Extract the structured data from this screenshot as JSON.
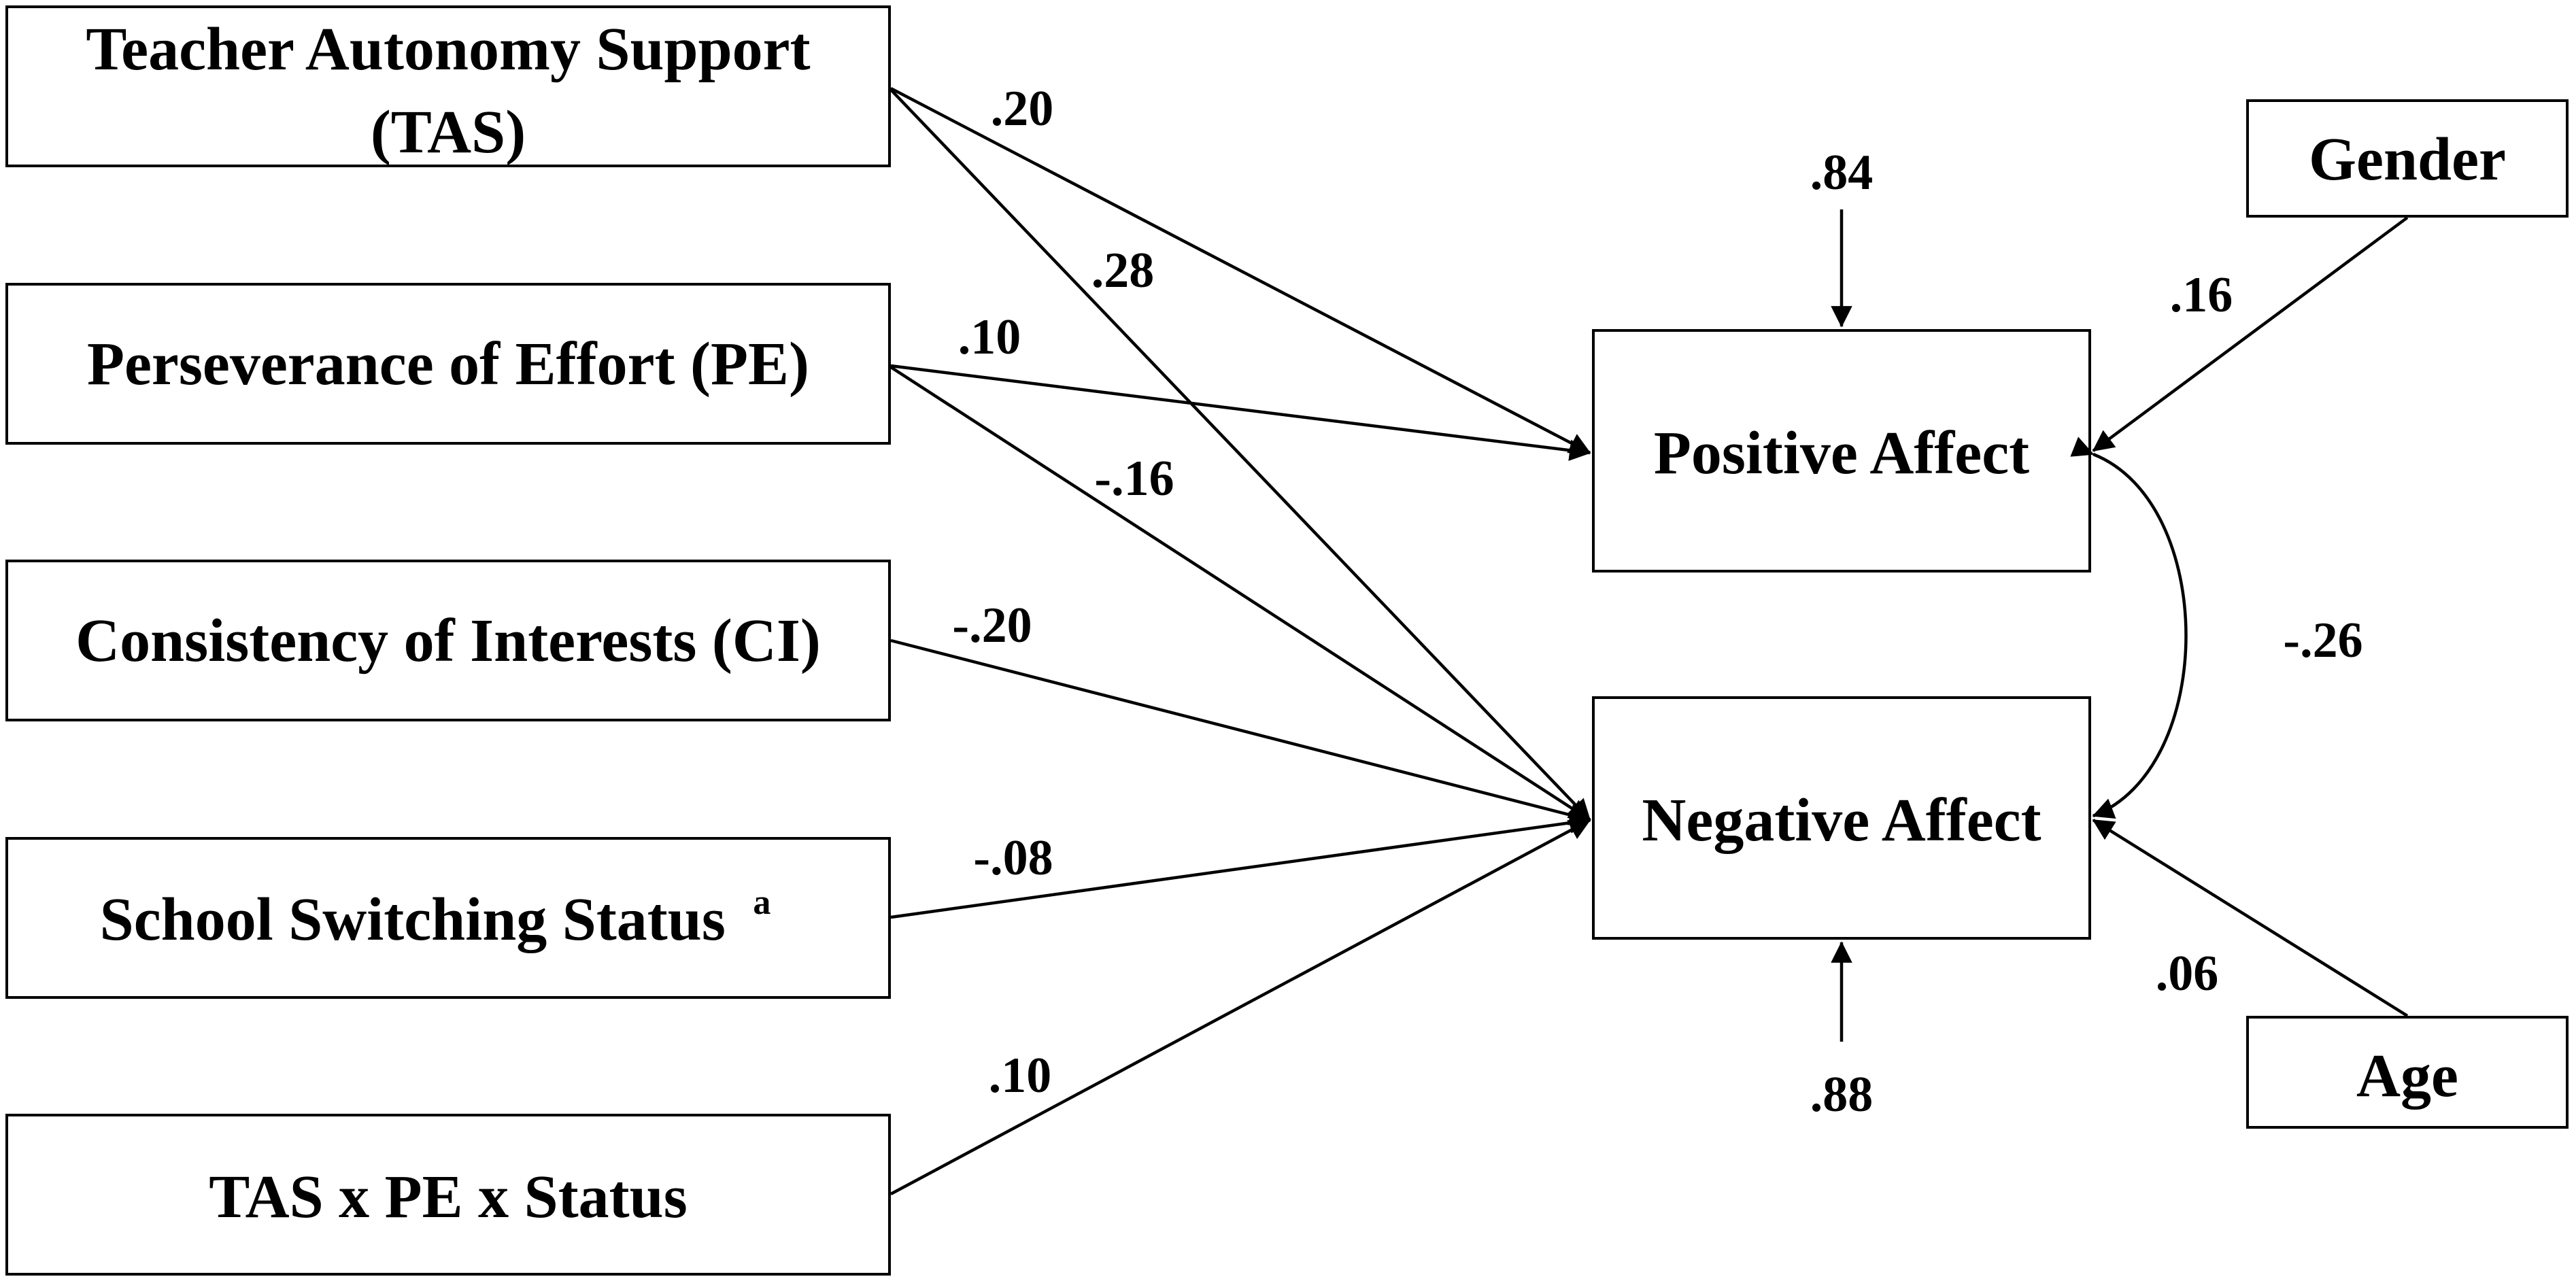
{
  "predictors": [
    {
      "id": "tas",
      "lines": [
        "Teacher Autonomy Support",
        "(TAS)"
      ]
    },
    {
      "id": "pe",
      "lines": [
        "Perseverance of Effort (PE)"
      ]
    },
    {
      "id": "ci",
      "lines": [
        "Consistency of Interests (CI)"
      ]
    },
    {
      "id": "status",
      "lines": [
        "School Switching Status"
      ],
      "superscript": "a"
    },
    {
      "id": "interaction",
      "lines": [
        "TAS x PE x Status"
      ]
    }
  ],
  "outcomes": {
    "positive": "Positive Affect",
    "negative": "Negative Affect"
  },
  "covariates": {
    "gender": "Gender",
    "age": "Age"
  },
  "paths": [
    {
      "from": "tas",
      "to": "positive",
      "coefficient": ".20"
    },
    {
      "from": "tas",
      "to": "negative",
      "coefficient": ".28"
    },
    {
      "from": "pe",
      "to": "positive",
      "coefficient": ".10"
    },
    {
      "from": "pe",
      "to": "negative",
      "coefficient": "-.16"
    },
    {
      "from": "ci",
      "to": "negative",
      "coefficient": "-.20"
    },
    {
      "from": "status",
      "to": "negative",
      "coefficient": "-.08"
    },
    {
      "from": "interaction",
      "to": "negative",
      "coefficient": ".10"
    },
    {
      "from": "gender",
      "to": "positive",
      "coefficient": ".16"
    },
    {
      "from": "age",
      "to": "negative",
      "coefficient": ".06"
    }
  ],
  "residuals": {
    "positive": ".84",
    "negative": ".88"
  },
  "correlation": {
    "between": [
      "positive",
      "negative"
    ],
    "coefficient": "-.26"
  }
}
